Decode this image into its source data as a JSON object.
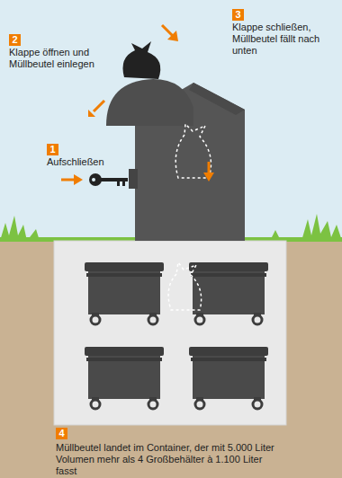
{
  "diagram": {
    "labels": [
      "2",
      "Klappe öffnen und Müllbeutel einlegen",
      "3",
      "Klappe schließen, Müllbeutel fällt nach unten",
      "1",
      "Aufschließen",
      "4",
      "Müllbeutel landet im Container, der mit 5.000 Liter Volumen mehr als 4 Großbehälter à 1.100 Liter fasst"
    ]
  }
}
